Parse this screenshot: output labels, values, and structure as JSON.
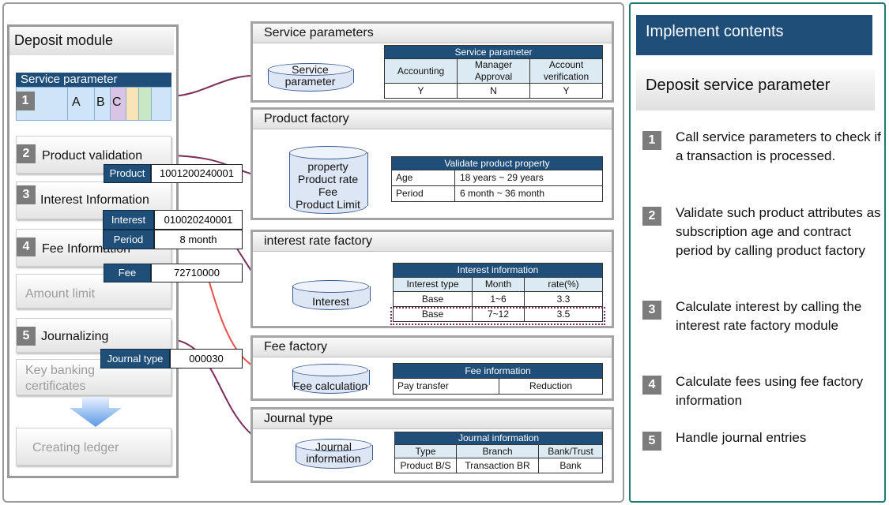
{
  "deposit_module": {
    "title": "Deposit module",
    "service_parameter_label": "Service parameter",
    "bar_letters": [
      "A",
      "B",
      "C"
    ],
    "steps": [
      {
        "num": "1"
      },
      {
        "num": "2",
        "label": "Product validation"
      },
      {
        "num": "3",
        "label": "Interest Information"
      },
      {
        "num": "4",
        "label": "Fee Information"
      },
      {
        "label": "Amount limit"
      },
      {
        "num": "5",
        "label": "Journalizing"
      },
      {
        "label": "Key banking\ncertificates"
      },
      {
        "label": "Creating ledger"
      }
    ],
    "fields": {
      "product": {
        "label": "Product",
        "value": "1001200240001"
      },
      "interest": {
        "label": "Interest",
        "value": "010020240001"
      },
      "period": {
        "label": "Period",
        "value": "8 month"
      },
      "fee": {
        "label": "Fee",
        "value": "72710000"
      },
      "journal_type": {
        "label": "Journal type",
        "value": "000030"
      }
    }
  },
  "service_parameters": {
    "title": "Service parameters",
    "node": "Service\nparameter",
    "table": {
      "caption": "Service parameter",
      "headers": [
        "Accounting",
        "Manager\nApproval",
        "Account\nverification"
      ],
      "row": [
        "Y",
        "N",
        "Y"
      ]
    }
  },
  "product_factory": {
    "title": "Product factory",
    "node_lines": [
      "property",
      "Product rate",
      "Fee",
      "Product Limit"
    ],
    "table": {
      "caption": "Validate product property",
      "rows": [
        [
          "Age",
          "18 years ~ 29 years"
        ],
        [
          "Period",
          "6 month ~ 36 month"
        ]
      ]
    }
  },
  "interest_rate_factory": {
    "title": "interest rate factory",
    "node": "Interest",
    "table": {
      "caption": "Interest information",
      "headers": [
        "Interest type",
        "Month",
        "rate(%)"
      ],
      "rows": [
        [
          "Base",
          "1~6",
          "3.3"
        ],
        [
          "Base",
          "7~12",
          "3.5"
        ]
      ]
    }
  },
  "fee_factory": {
    "title": "Fee factory",
    "node": "Fee calculation",
    "table": {
      "caption": "Fee information",
      "row": [
        "Pay transfer",
        "Reduction"
      ]
    }
  },
  "journal_type": {
    "title": "Journal type",
    "node": "Journal\ninformation",
    "table": {
      "caption": "Journal information",
      "headers": [
        "Type",
        "Branch",
        "Bank/Trust"
      ],
      "row": [
        "Product B/S",
        "Transaction BR",
        "Bank"
      ]
    }
  },
  "implement": {
    "title": "Implement contents",
    "subtitle": "Deposit service parameter",
    "items": [
      {
        "num": "1",
        "text": "Call service parameters to check if a transaction is processed."
      },
      {
        "num": "2",
        "text": "Validate such product attributes as subscription age and contract period by calling product factory"
      },
      {
        "num": "3",
        "text": "Calculate interest by calling the interest rate factory module"
      },
      {
        "num": "4",
        "text": "Calculate fees using fee factory information"
      },
      {
        "num": "5",
        "text": "Handle journal entries"
      }
    ]
  },
  "colors": {
    "navy": "#1f4e79",
    "connector_purple": "#7b2d5c",
    "connector_red": "#e8504a",
    "teal_border": "#1e7a74"
  }
}
